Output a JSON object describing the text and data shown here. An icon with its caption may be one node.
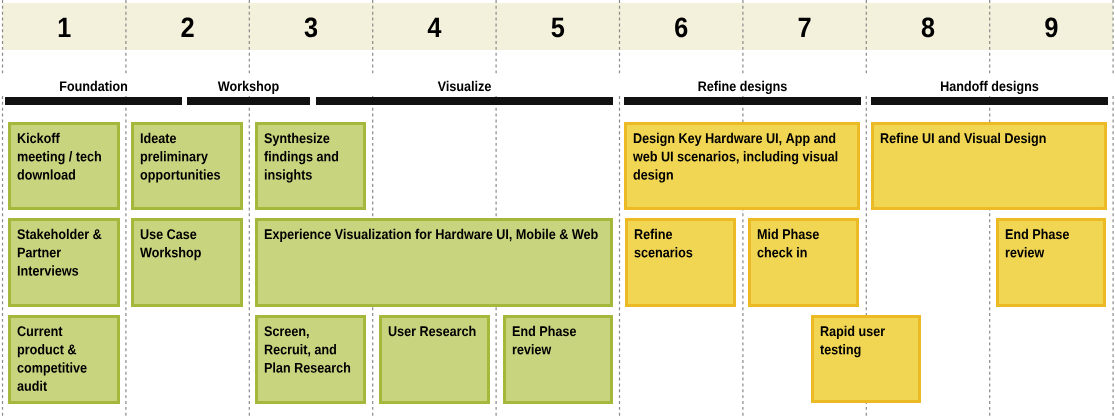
{
  "diagram": {
    "nodes": [
      {
        "text": [
          "Foundation"
        ]
      },
      {
        "text": [
          "Workshop"
        ]
      },
      {
        "text": [
          "Visualize"
        ]
      },
      {
        "text": [
          "Refine designs"
        ]
      },
      {
        "text": [
          "Handoff designs"
        ]
      },
      {
        "text": [
          "Kickoff meeting / tech download"
        ]
      },
      {
        "text": [
          "Ideate preliminary opportunities"
        ]
      },
      {
        "text": [
          "Synthesize findings and insights"
        ]
      },
      {
        "text": [
          "Design Key Hardware UI, App and web UI scenarios, including visual design"
        ]
      },
      {
        "text": [
          "Refine UI and Visual Design"
        ]
      },
      {
        "text": [
          "Stakeholder & Partner Interviews"
        ]
      },
      {
        "text": [
          "Use Case Workshop"
        ]
      },
      {
        "text": [
          "Experience Visualization for Hardware UI, Mobile & Web"
        ]
      },
      {
        "text": [
          "Refine scenarios"
        ]
      },
      {
        "text": [
          "Mid Phase check in"
        ]
      },
      {
        "text": [
          "End Phase review"
        ]
      },
      {
        "text": [
          "Current product & competitive audit"
        ]
      },
      {
        "text": [
          "Screen, Recruit, and Plan Research"
        ]
      },
      {
        "text": [
          "User Research"
        ]
      },
      {
        "text": [
          "End Phase review"
        ]
      },
      {
        "text": [
          "Rapid user testing"
        ]
      }
    ],
    "labels": [
      "1",
      "2",
      "3",
      "4",
      "5",
      "6",
      "7",
      "8",
      "9"
    ]
  }
}
